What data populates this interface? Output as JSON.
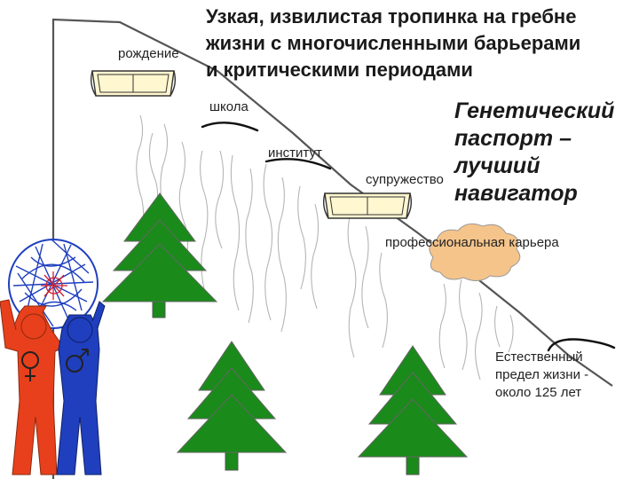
{
  "title_lines": [
    "Узкая, извилистая  тропинка на гребне",
    "жизни с многочисленными барьерами",
    "и критическими   периодами"
  ],
  "labels": {
    "birth": "рождение",
    "school": "школа",
    "institute": "институт",
    "marriage": "супружество",
    "career": "профессиональная карьера"
  },
  "passport_lines": [
    "Генетический",
    "паспорт –",
    "лучший",
    "навигатор"
  ],
  "limit_lines": [
    "Естественный",
    "предел жизни -",
    "около 125 лет"
  ],
  "colors": {
    "tree": "#1a8a1a",
    "cloud": "#f5c48a",
    "female_figure": "#e8401c",
    "male_figure": "#1f3fbf",
    "bench": "#fff7d0",
    "web": "#1f3fbf"
  }
}
